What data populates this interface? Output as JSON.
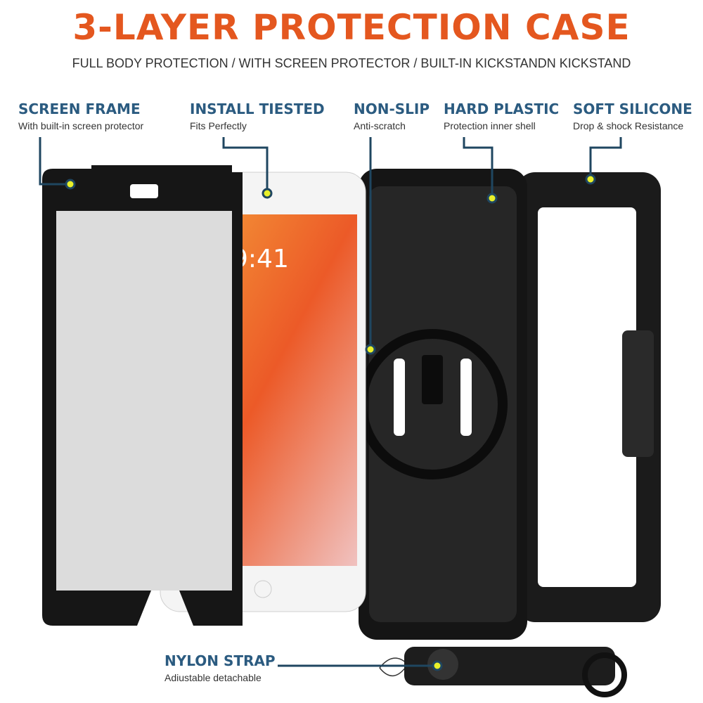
{
  "title": "3-LAYER PROTECTION CASE",
  "subtitle": "FULL BODY PROTECTION / WITH SCREEN PROTECTOR / BUILT-IN KICKSTANDN KICKSTAND",
  "colors": {
    "accent": "#e4571f",
    "label": "#2b5b80",
    "dot": "#e8f02a",
    "line": "#1f4660"
  },
  "callouts": [
    {
      "heading": "SCREEN FRAME",
      "text": "With built-in screen protector"
    },
    {
      "heading": "INSTALL TIESTED",
      "text": "Fits Perfectly"
    },
    {
      "heading": "NON-SLIP",
      "text": "Anti-scratch"
    },
    {
      "heading": "HARD PLASTIC",
      "text": "Protection inner shell"
    },
    {
      "heading": "SOFT SILICONE",
      "text": "Drop & shock Resistance"
    },
    {
      "heading": "NYLON STRAP",
      "text": "Adiustable detachable"
    }
  ],
  "tablet_screen": {
    "time": "9:41"
  }
}
